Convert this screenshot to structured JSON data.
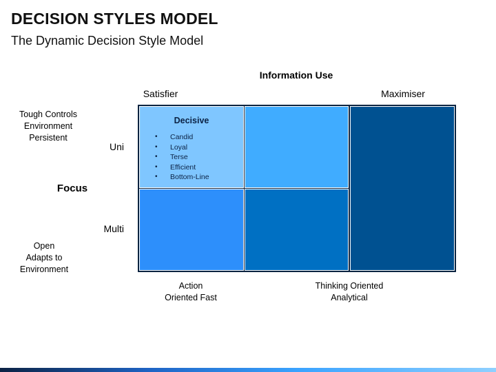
{
  "header": {
    "title": "DECISION STYLES MODEL",
    "subtitle": "The Dynamic Decision Style Model"
  },
  "axes": {
    "top_label": "Information Use",
    "top_left": "Satisfier",
    "top_right": "Maximiser",
    "left_label": "Focus",
    "uni": "Uni",
    "multi": "Multi",
    "left_top_lines": [
      "Tough Controls",
      "Environment",
      "Persistent"
    ],
    "left_bottom_lines": [
      "Open",
      "Adapts to",
      "Environment"
    ],
    "bottom_left_lines": [
      "Action",
      "Oriented Fast"
    ],
    "bottom_right_lines": [
      "Thinking Oriented",
      "Analytical"
    ]
  },
  "cells": {
    "decisive": {
      "title": "Decisive",
      "items": [
        "Candid",
        "Loyal",
        "Terse",
        "Efficient",
        "Bottom-Line"
      ]
    }
  },
  "colors": {
    "decisive": "#7fc6ff",
    "top_middle": "#40acff",
    "right_tall": "#005191",
    "bottom_left": "#2d8ffb",
    "bottom_middle": "#0070c3"
  }
}
